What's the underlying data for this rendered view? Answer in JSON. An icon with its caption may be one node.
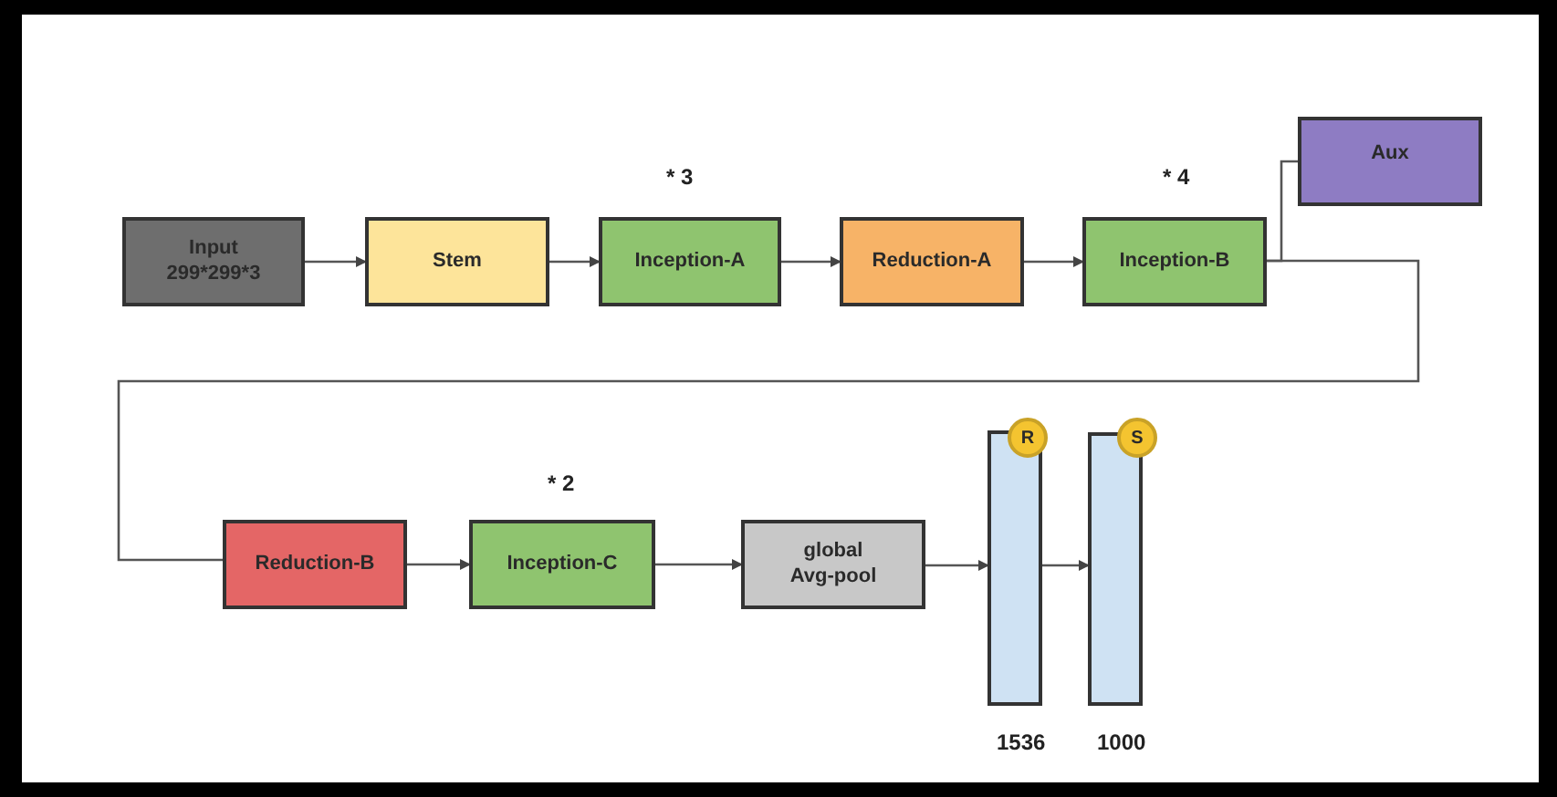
{
  "diagram": {
    "nodes": [
      {
        "text": [
          "Input 299*299*3"
        ]
      },
      {
        "text": [
          "Stem"
        ]
      },
      {
        "text": [
          "Inception-A"
        ],
        "beside": [
          "* 3"
        ]
      },
      {
        "text": [
          "Reduction-A"
        ]
      },
      {
        "text": [
          "Inception-B"
        ],
        "beside": [
          "* 4"
        ]
      },
      {
        "text": [
          "Aux"
        ]
      },
      {
        "text": [
          "Reduction-B"
        ]
      },
      {
        "text": [
          "Inception-C"
        ],
        "beside": [
          "* 2"
        ]
      },
      {
        "text": [
          "global Avg-pool"
        ]
      },
      {
        "text": [],
        "shape": "bar",
        "beside": [
          "1536"
        ]
      },
      {
        "text": [
          "R"
        ]
      },
      {
        "text": [],
        "shape": "bar",
        "beside": [
          "1000"
        ]
      },
      {
        "text": [
          "S"
        ]
      }
    ],
    "edges": [
      {
        "from": 0,
        "to": 1,
        "arrow": "to"
      },
      {
        "from": 1,
        "to": 2,
        "arrow": "to"
      },
      {
        "from": 2,
        "to": 3,
        "arrow": "to"
      },
      {
        "from": 3,
        "to": 4,
        "arrow": "to"
      },
      {
        "from": 4,
        "to": 5,
        "arrow": "none"
      },
      {
        "from": 4,
        "to": 6,
        "arrow": "none"
      },
      {
        "from": 6,
        "to": 7,
        "arrow": "to"
      },
      {
        "from": 7,
        "to": 8,
        "arrow": "to"
      },
      {
        "from": 8,
        "to": 9,
        "arrow": "to"
      },
      {
        "from": 9,
        "to": 11,
        "arrow": "to"
      }
    ]
  }
}
